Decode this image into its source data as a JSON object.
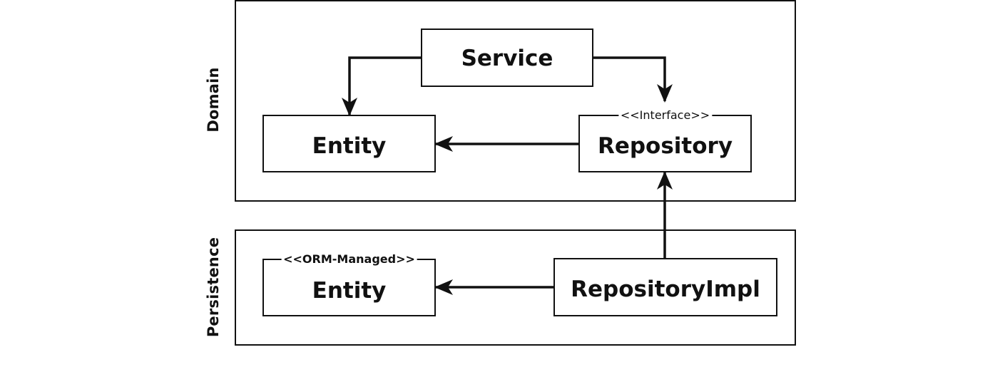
{
  "layers": {
    "domain": "Domain",
    "persistence": "Persistence"
  },
  "boxes": {
    "service": {
      "title": "Service"
    },
    "entity_domain": {
      "title": "Entity"
    },
    "repository": {
      "title": "Repository",
      "stereotype": "<<Interface>>"
    },
    "entity_orm": {
      "title": "Entity",
      "stereotype": "<<ORM-Managed>>"
    },
    "repository_impl": {
      "title": "RepositoryImpl"
    }
  },
  "colors": {
    "line": "#111111",
    "background": "#ffffff"
  }
}
